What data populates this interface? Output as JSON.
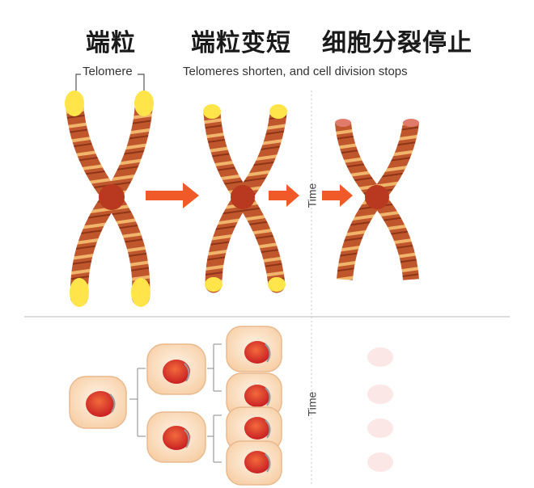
{
  "titles": {
    "telomere_cn": "端粒",
    "shorten_cn": "端粒变短",
    "stop_cn": "细胞分裂停止"
  },
  "labels": {
    "telomere_en": "Telomere",
    "shorten_en": "Telomeres shorten, and cell division stops",
    "time_top": "Time",
    "time_bottom": "Time"
  },
  "colors": {
    "chromatid": "#c0562c",
    "band": "#f0b46a",
    "telomere": "#ffe54a",
    "centromere": "#b8391f",
    "arrow": "#f05a28",
    "cell": "#fbe0c6",
    "nucleus": "#d8332b"
  }
}
